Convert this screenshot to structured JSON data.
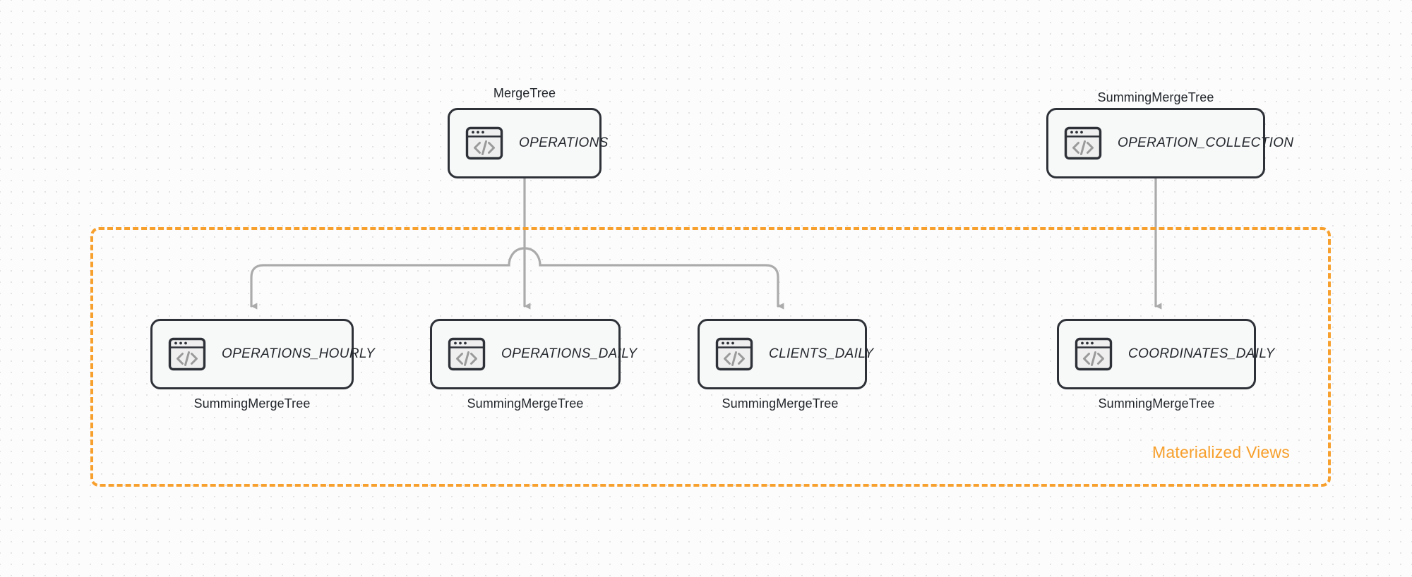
{
  "diagram": {
    "title": "ClickHouse tables and materialized views",
    "background": {
      "color": "#fcfcfc",
      "grid": "dot-grid"
    },
    "colors": {
      "node_border": "#2e3238",
      "node_fill": "#f7f8f8",
      "connector": "#ababab",
      "accent_orange": "#f79f2b",
      "text": "#22262b"
    }
  },
  "group": {
    "label": "Materialized Views",
    "border_style": "dashed",
    "border_color": "#f79f2b"
  },
  "source_nodes": [
    {
      "id": "operations",
      "name": "OPERATIONS",
      "engine": "MergeTree",
      "engine_position": "above",
      "icon": "code-window-icon"
    },
    {
      "id": "operation_collection",
      "name": "OPERATION_COLLECTION",
      "engine": "SummingMergeTree",
      "engine_position": "above",
      "icon": "code-window-icon"
    }
  ],
  "view_nodes": [
    {
      "id": "operations_hourly",
      "name": "OPERATIONS_HOURLY",
      "engine": "SummingMergeTree",
      "engine_position": "below",
      "icon": "code-window-icon"
    },
    {
      "id": "operations_daily",
      "name": "OPERATIONS_DAILY",
      "engine": "SummingMergeTree",
      "engine_position": "below",
      "icon": "code-window-icon"
    },
    {
      "id": "clients_daily",
      "name": "CLIENTS_DAILY",
      "engine": "SummingMergeTree",
      "engine_position": "below",
      "icon": "code-window-icon"
    },
    {
      "id": "coordinates_daily",
      "name": "COORDINATES_DAILY",
      "engine": "SummingMergeTree",
      "engine_position": "below",
      "icon": "code-window-icon"
    }
  ],
  "edges": [
    {
      "from": "operations",
      "to": "operations_hourly",
      "style": "elbow-arrow"
    },
    {
      "from": "operations",
      "to": "operations_daily",
      "style": "straight-arrow"
    },
    {
      "from": "operations",
      "to": "clients_daily",
      "style": "elbow-arrow"
    },
    {
      "from": "operation_collection",
      "to": "coordinates_daily",
      "style": "straight-arrow"
    }
  ]
}
